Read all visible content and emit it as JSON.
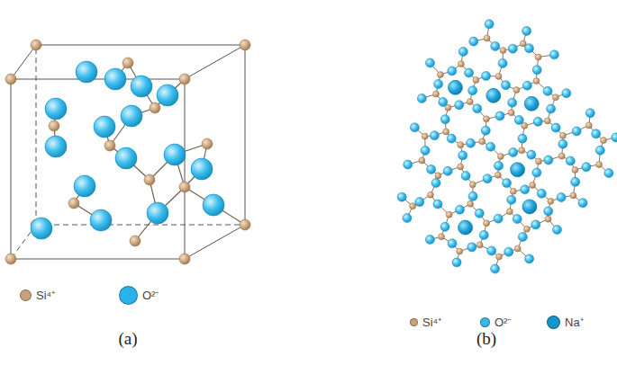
{
  "diagram": {
    "labels": [
      "(a)",
      "(b)"
    ],
    "legend": [
      {
        "text": "Si⁴⁺",
        "color": "#c9a27a"
      },
      {
        "text": "O²⁻",
        "color": "#2ab3e8"
      },
      {
        "text": "Si⁴⁺",
        "color": "#c9a27a"
      },
      {
        "text": "O²⁻",
        "color": "#36b8e8"
      },
      {
        "text": "Na⁺",
        "color": "#1495cc"
      }
    ]
  }
}
